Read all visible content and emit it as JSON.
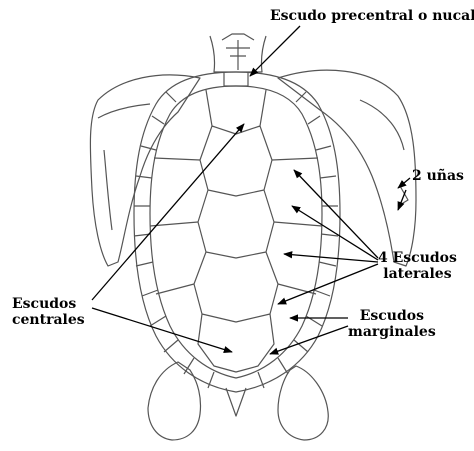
{
  "labels": {
    "nucal": "Escudo precentral o nucal",
    "unas": "2 uñas",
    "laterales_1": "4 Escudos",
    "laterales_2": "laterales",
    "centrales_1": "Escudos",
    "centrales_2": "centrales",
    "marginales_1": "Escudos",
    "marginales_2": "marginales"
  },
  "colors": {
    "line": "#555555",
    "arrow": "#000000",
    "background": "#ffffff"
  }
}
